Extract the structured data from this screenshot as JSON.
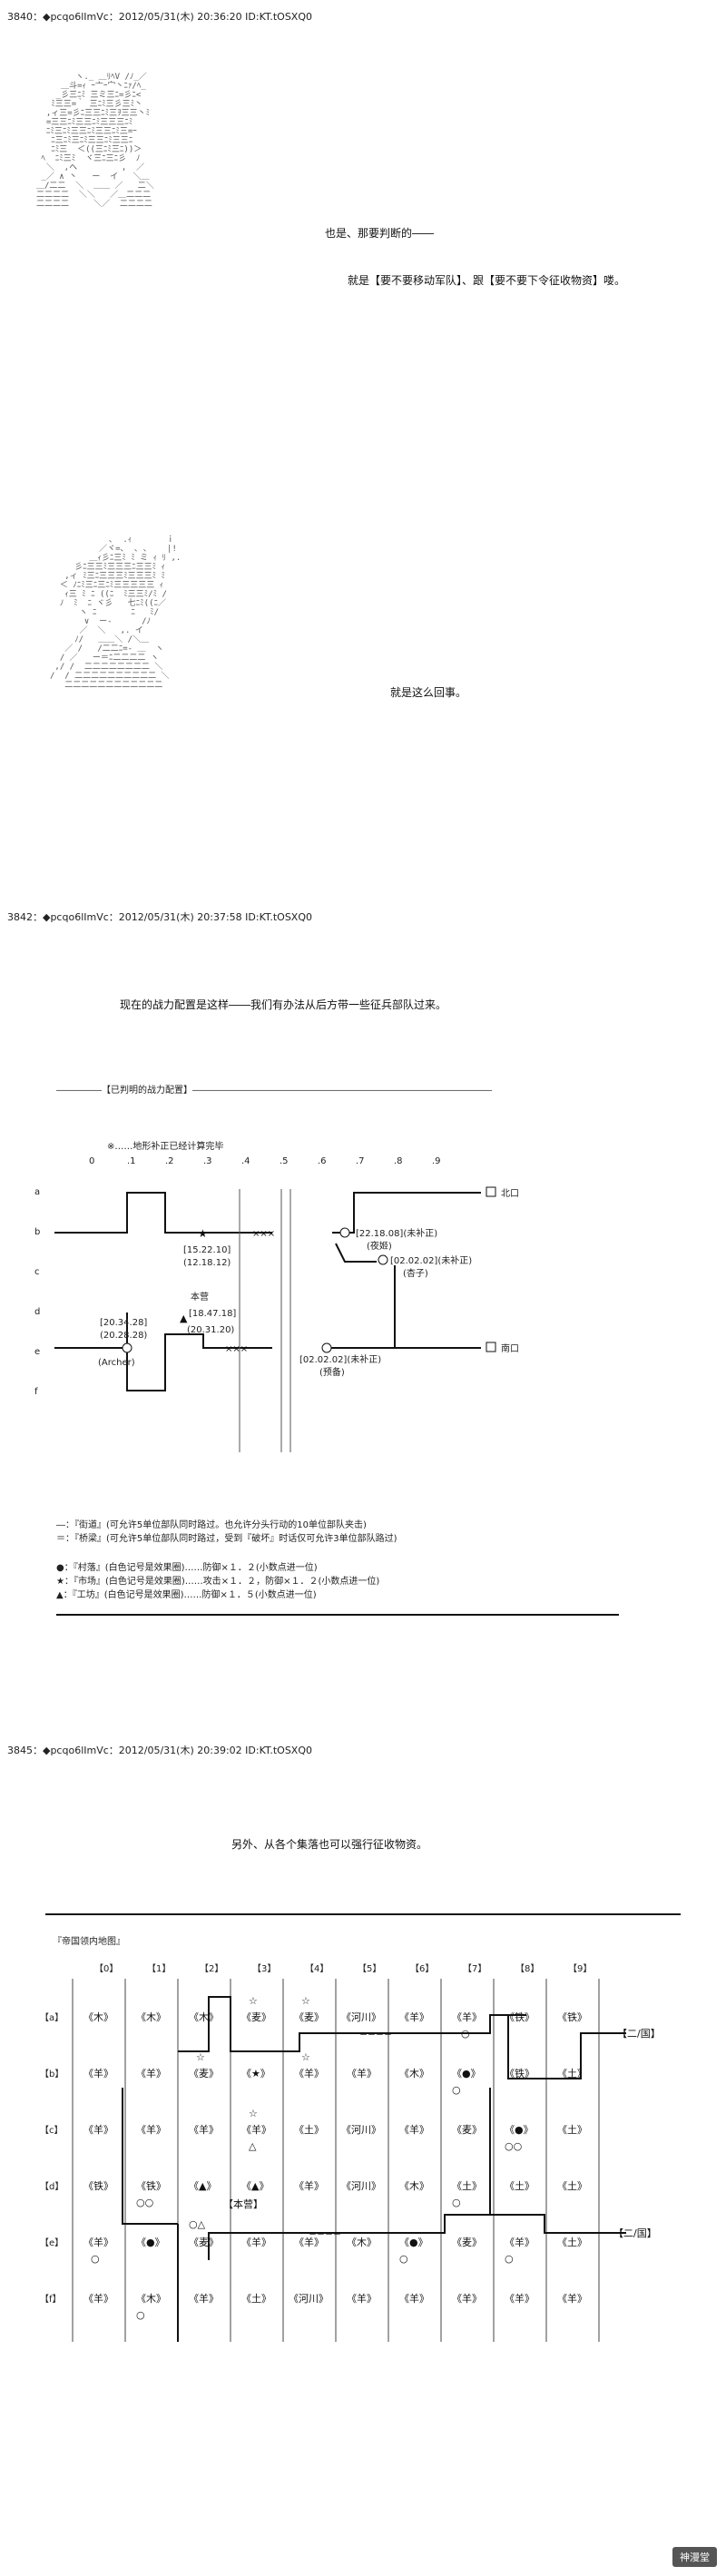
{
  "posts": [
    {
      "header": "3840：◆pcqo6lImVc：2012/05/31(木) 20:36:20 ID:KT.tOSXQ0"
    },
    {
      "header": "3842：◆pcqo6lImVc：2012/05/31(木) 20:37:58 ID:KT.tOSXQ0"
    },
    {
      "header": "3845：◆pcqo6lImVc：2012/05/31(木) 20:39:02 ID:KT.tOSXQ0"
    }
  ],
  "dialogue": {
    "d1": "也是、那要判断的――",
    "d2": "就是【要不要移动军队】、跟【要不要下令征收物资】喽。",
    "d3": "就是这么回事。",
    "d4": "现在的战力配置是这样――我们有办法从后方带一些征兵部队过来。",
    "d5": "另外、从各个集落也可以强行征收物资。"
  },
  "force_map": {
    "title": "―――――【已判明的战力配置】―――――――――――――――――――――――――――――――――",
    "note": "※……地形补正已经计算完毕",
    "cols": [
      "0",
      ".1",
      ".2",
      ".3",
      ".4",
      ".5",
      ".6",
      ".7",
      ".8",
      ".9"
    ],
    "rows": [
      "a",
      "b",
      "c",
      "d",
      "e",
      "f"
    ],
    "labels": {
      "north": "北口",
      "south": "南口",
      "star_unit": "[15.22.10]",
      "star_unit2": "(12.18.12)",
      "honjin": "本营",
      "honjin_v1": "[18.47.18]",
      "honjin_v2": "(20.31.20)",
      "archer_v1": "[20.34.28]",
      "archer_v2": "(20.28.28)",
      "archer": "(Archer)",
      "yeying_v": "[22.18.08](未补正)",
      "yeying": "(夜姬)",
      "xingzi_v": "[02.02.02](未补正)",
      "xingzi": "(杏子)",
      "yubei_v": "[02.02.02](未补正)",
      "yubei": "(预备)"
    },
    "legend": [
      "―：『街道』(可允许5单位部队同时路过。也允许分头行动的10单位部队夹击)",
      "＝：『桥梁』(可允许5单位部队同时路过，受到『破坏』时话仅可允许3单位部队路过)",
      "●：『村落』(白色记号是效果圈)……防御×１．２(小数点进一位)",
      "★：『市场』(白色记号是效果圈)……攻击×１．２，防御×１．２(小数点进一位)",
      "▲：『工坊』(白色记号是效果圈)……防御×１．５(小数点进一位)"
    ]
  },
  "territory_map": {
    "title": "『帝国领内地图』",
    "col_labels": [
      "【0】",
      "【1】",
      "【2】",
      "【3】",
      "【4】",
      "【5】",
      "【6】",
      "【7】",
      "【8】",
      "【9】"
    ],
    "row_labels": [
      "【a】",
      "【b】",
      "【c】",
      "【d】",
      "【e】",
      "【f】"
    ],
    "cells": [
      [
        "《木》",
        "《木》",
        "《木》",
        "《麦》",
        "《麦》",
        "《河川》",
        "《羊》",
        "《羊》",
        "《铁》",
        "《铁》"
      ],
      [
        "《羊》",
        "《羊》",
        "《麦》",
        "《★》",
        "《羊》",
        "《羊》",
        "《木》",
        "《●》",
        "《铁》",
        "《土》"
      ],
      [
        "《羊》",
        "《羊》",
        "《羊》",
        "《羊》",
        "《土》",
        "《河川》",
        "《羊》",
        "《麦》",
        "《●》",
        "《土》"
      ],
      [
        "《铁》",
        "《铁》",
        "《▲》",
        "《▲》",
        "《羊》",
        "《河川》",
        "《木》",
        "《土》",
        "《土》",
        "《土》"
      ],
      [
        "《羊》",
        "《●》",
        "《麦》",
        "《羊》",
        "《羊》",
        "《木》",
        "《●》",
        "《麦》",
        "《羊》",
        "《土》"
      ],
      [
        "《羊》",
        "《木》",
        "《羊》",
        "《土》",
        "《河川》",
        "《羊》",
        "《羊》",
        "《羊》",
        "《羊》",
        "《羊》"
      ]
    ],
    "marks": {
      "honjin": "【本营】",
      "north_gate": "【二/国】",
      "south_gate": "【二/国】"
    }
  },
  "watermark": "神漫堂"
}
